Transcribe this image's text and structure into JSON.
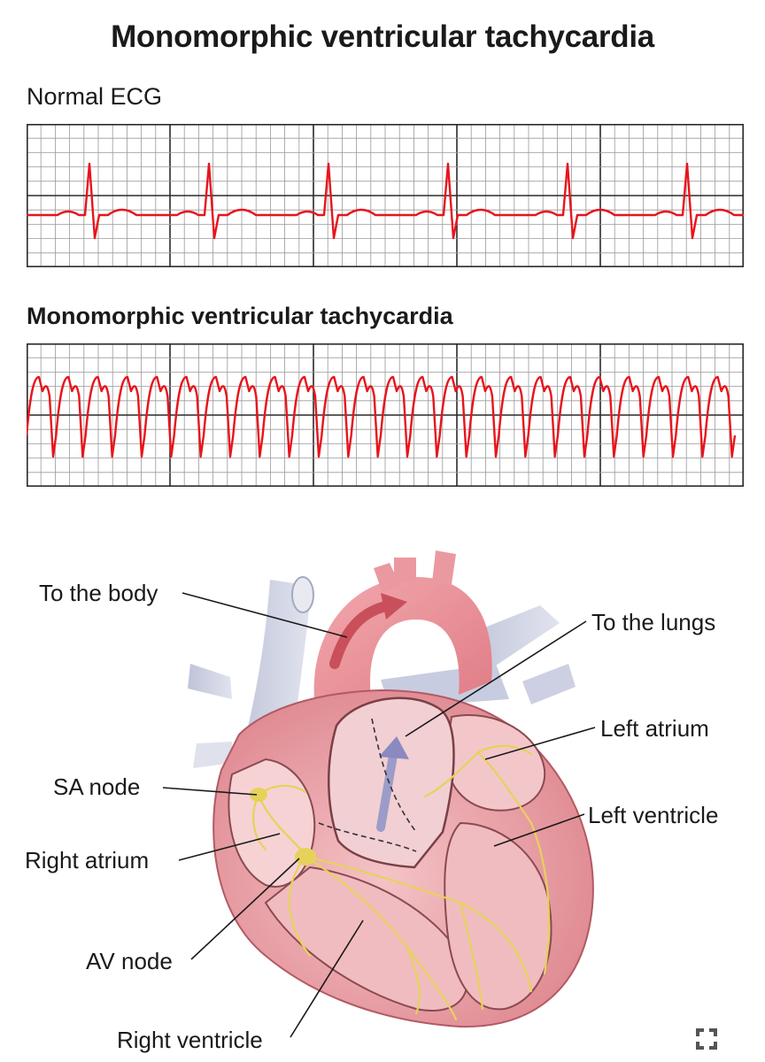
{
  "title": "Monomorphic ventricular tachycardia",
  "strips": [
    {
      "label": "Normal ECG",
      "trace_color": "#e8141c",
      "beats": 6,
      "rhythm": "normal sinus"
    },
    {
      "label": "Monomorphic ventricular tachycardia",
      "trace_color": "#e8141c",
      "beats": 24,
      "rhythm": "monomorphic VT"
    }
  ],
  "grid": {
    "minor_color": "#9a9a9a",
    "major_color": "#2a2a2a"
  },
  "heart": {
    "labels": {
      "to_body": "To the body",
      "to_lungs": "To the lungs",
      "left_atrium": "Left atrium",
      "left_ventricle": "Left ventricle",
      "sa_node": "SA node",
      "right_atrium": "Right atrium",
      "av_node": "AV node",
      "right_ventricle": "Right ventricle"
    },
    "colors": {
      "aorta": "#e98a92",
      "veins": "#c9cde0",
      "myocardium": "#eba2a8",
      "chamber": "#f6d2d4",
      "conduction": "#e6d25a",
      "flow_arrow_aorta": "#c9505a",
      "flow_arrow_pulmonary": "#9c9cc8"
    }
  },
  "badge_icon": "expand-icon"
}
